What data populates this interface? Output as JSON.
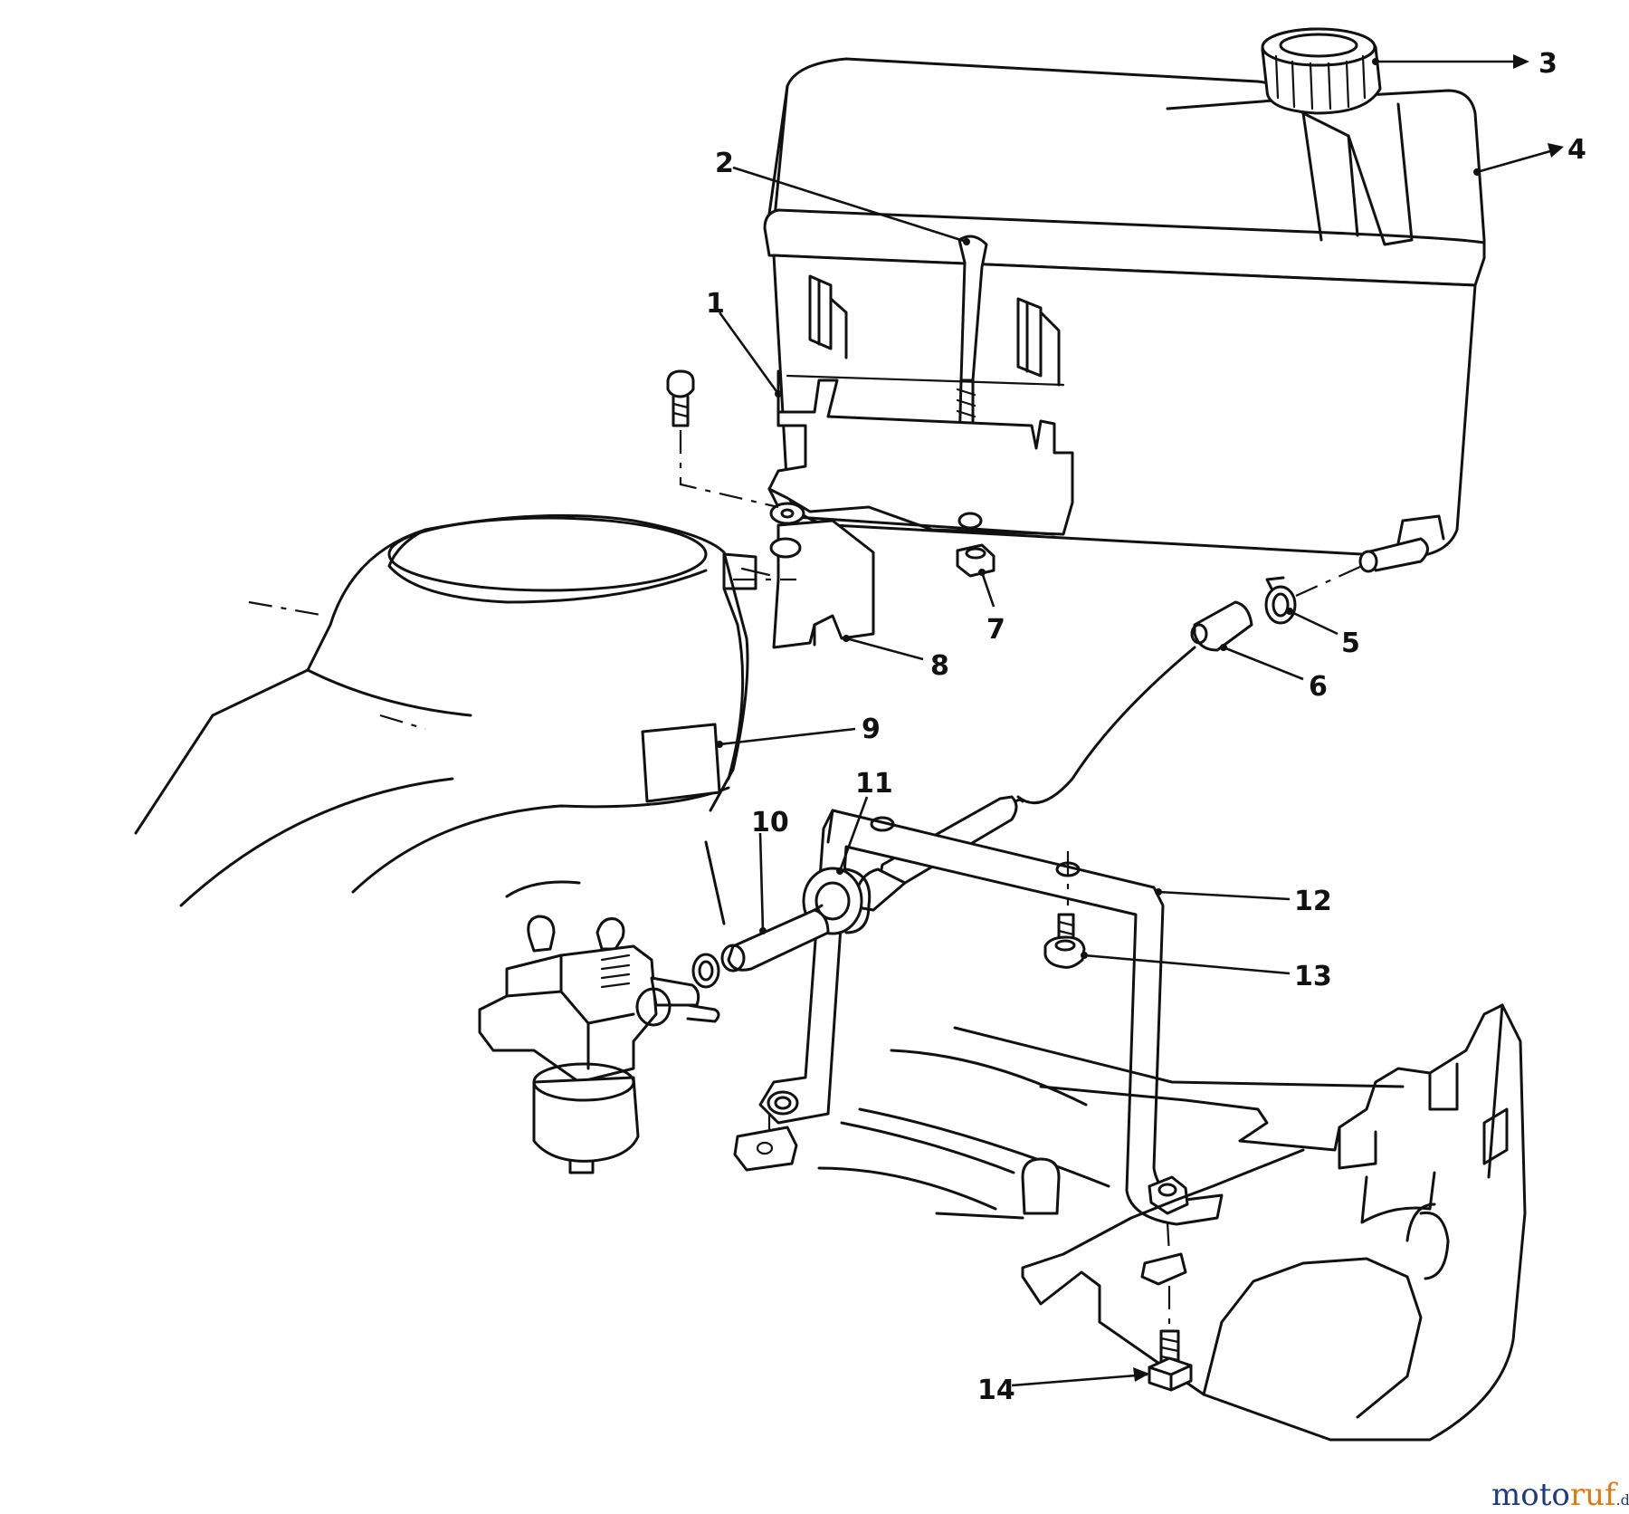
{
  "callouts": [
    {
      "id": "1",
      "label": "1"
    },
    {
      "id": "2",
      "label": "2"
    },
    {
      "id": "3",
      "label": "3"
    },
    {
      "id": "4",
      "label": "4"
    },
    {
      "id": "5",
      "label": "5"
    },
    {
      "id": "6",
      "label": "6"
    },
    {
      "id": "7",
      "label": "7"
    },
    {
      "id": "8",
      "label": "8"
    },
    {
      "id": "9",
      "label": "9"
    },
    {
      "id": "10",
      "label": "10"
    },
    {
      "id": "11",
      "label": "11"
    },
    {
      "id": "12",
      "label": "12"
    },
    {
      "id": "13",
      "label": "13"
    },
    {
      "id": "14",
      "label": "14"
    }
  ],
  "watermark": {
    "prefix": "moto",
    "accent": "ruf",
    "suffix": ".de"
  },
  "colors": {
    "ink": "#111111",
    "watermark_blue": "#1f3a80",
    "watermark_orange": "#e07a10"
  }
}
